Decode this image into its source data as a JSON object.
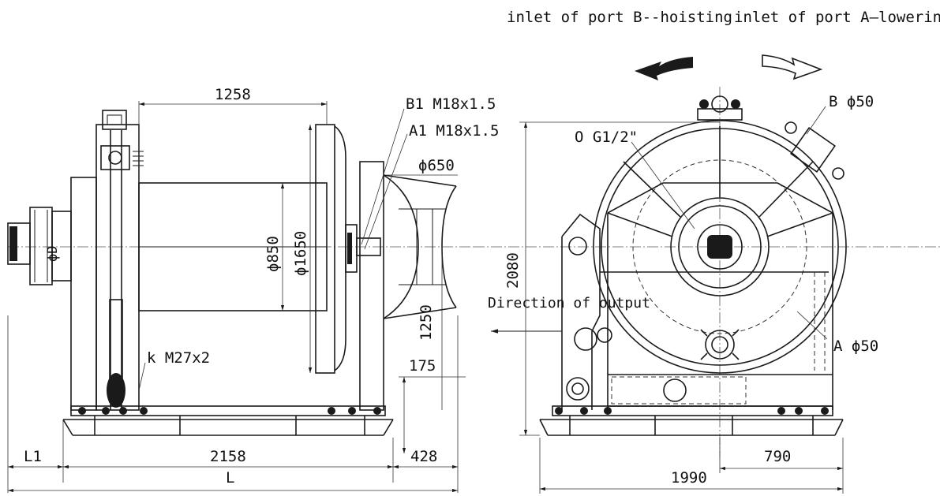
{
  "labels": {
    "hoist_inlet": "inlet of port B--hoisting",
    "lower_inlet": "inlet of port A—lowering",
    "port_b": "B ϕ50",
    "port_a": "A ϕ50",
    "b1_thread": "B1 M18x1.5",
    "a1_thread": "A1 M18x1.5",
    "oil_port": "O G1/2\"",
    "k_thread": "k M27x2",
    "direction_output": "Direction of output"
  },
  "dims": {
    "drum_length": "1258",
    "drum_dia": "ϕ850",
    "flange_dia": "ϕ1650",
    "head_dia": "ϕ650",
    "height_1250": "1250",
    "height_175": "175",
    "overall_height": "2080",
    "base_length": "2158",
    "l1": "L1",
    "right_ext": "428",
    "total_l": "L",
    "width_1990": "1990",
    "offset_790": "790",
    "motor_dia": "ϕD"
  },
  "arrows": {
    "hoist_color": "#1a1a1a",
    "lower_color": "#ffffff"
  }
}
